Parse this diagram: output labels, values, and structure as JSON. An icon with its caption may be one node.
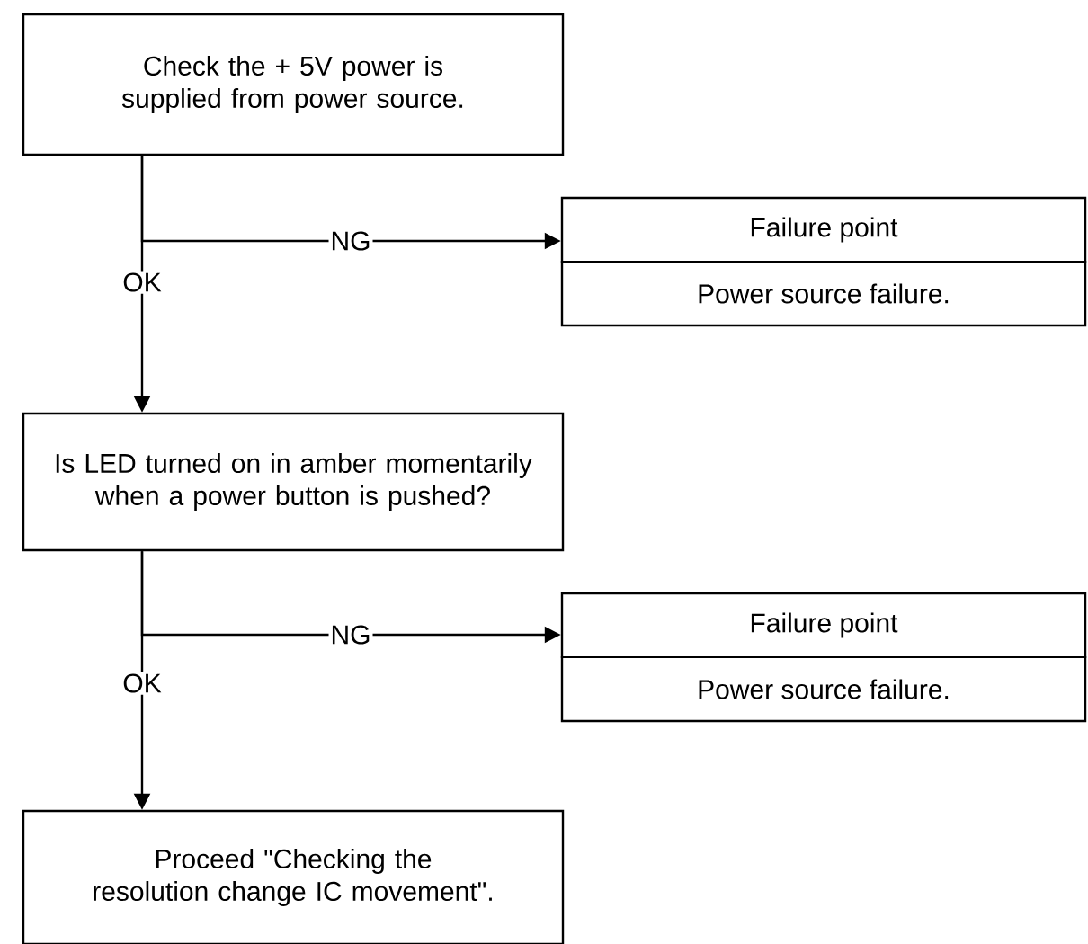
{
  "diagram": {
    "nodes": [
      {
        "text": [
          "Check the + 5V power is supplied from power source."
        ]
      },
      {
        "text": [
          "Failure point",
          "Power source failure."
        ]
      },
      {
        "text": [
          "Is LED turned on in amber momentarily when a power button is pushed?"
        ]
      },
      {
        "text": [
          "Failure point",
          "Power source failure."
        ]
      },
      {
        "text": [
          "Proceed \"Checking the resolution change IC movement\"."
        ]
      }
    ],
    "edges": [
      {
        "from": 0,
        "to": 1,
        "arrow": "to",
        "label": "NG"
      },
      {
        "from": 0,
        "to": 2,
        "arrow": "to",
        "label": "OK"
      },
      {
        "from": 2,
        "to": 3,
        "arrow": "to",
        "label": "NG"
      },
      {
        "from": 2,
        "to": 4,
        "arrow": "to",
        "label": "OK"
      }
    ]
  }
}
